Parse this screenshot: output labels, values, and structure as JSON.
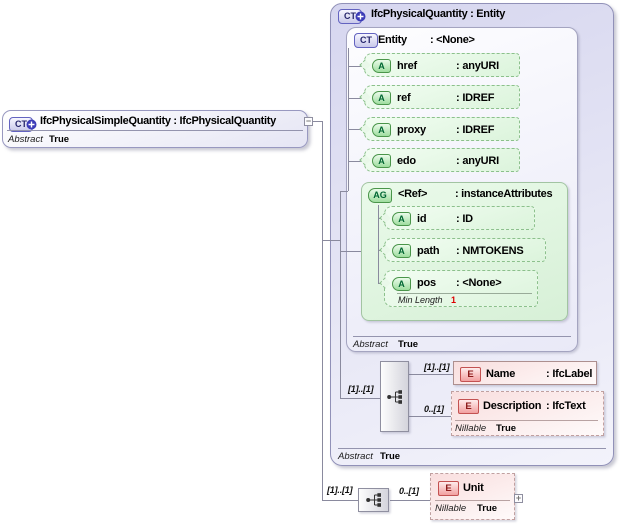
{
  "diagram": {
    "left_box": {
      "icon": "CT",
      "title": "IfcPhysicalSimpleQuantity : IfcPhysicalQuantity",
      "facet_label": "Abstract",
      "facet_value": "True",
      "collapse_glyph": "−"
    },
    "base_box": {
      "icon": "CT",
      "title": "IfcPhysicalQuantity : Entity",
      "facet_label": "Abstract",
      "facet_value": "True"
    },
    "entity_box": {
      "icon": "CT",
      "name": "Entity",
      "type": ": <None>",
      "facet_label": "Abstract",
      "facet_value": "True",
      "attributes": [
        {
          "icon": "A",
          "name": "href",
          "type": ": anyURI"
        },
        {
          "icon": "A",
          "name": "ref",
          "type": ": IDREF"
        },
        {
          "icon": "A",
          "name": "proxy",
          "type": ": IDREF"
        },
        {
          "icon": "A",
          "name": "edo",
          "type": ": anyURI"
        }
      ],
      "group": {
        "icon": "AG",
        "name": "<Ref>",
        "type": ": instanceAttributes",
        "attributes": [
          {
            "icon": "A",
            "name": "id",
            "type": ": ID"
          },
          {
            "icon": "A",
            "name": "path",
            "type": ": NMTOKENS"
          },
          {
            "icon": "A",
            "name": "pos",
            "type": ": <None>",
            "facet_label": "Min Length",
            "facet_value": "1"
          }
        ]
      }
    },
    "content": {
      "cardinality": "[1]..[1]",
      "name_el": {
        "icon": "E",
        "cardinality": "[1]..[1]",
        "name": "Name",
        "type": ": IfcLabel"
      },
      "desc_el": {
        "icon": "E",
        "cardinality": "0..[1]",
        "name": "Description",
        "type": ": IfcText",
        "facet_label": "Nillable",
        "facet_value": "True"
      }
    },
    "local": {
      "cardinality": "[1]..[1]",
      "unit_el": {
        "icon": "E",
        "cardinality": "0..[1]",
        "name": "Unit",
        "facet_label": "Nillable",
        "facet_value": "True",
        "expand_glyph": "+"
      }
    }
  }
}
